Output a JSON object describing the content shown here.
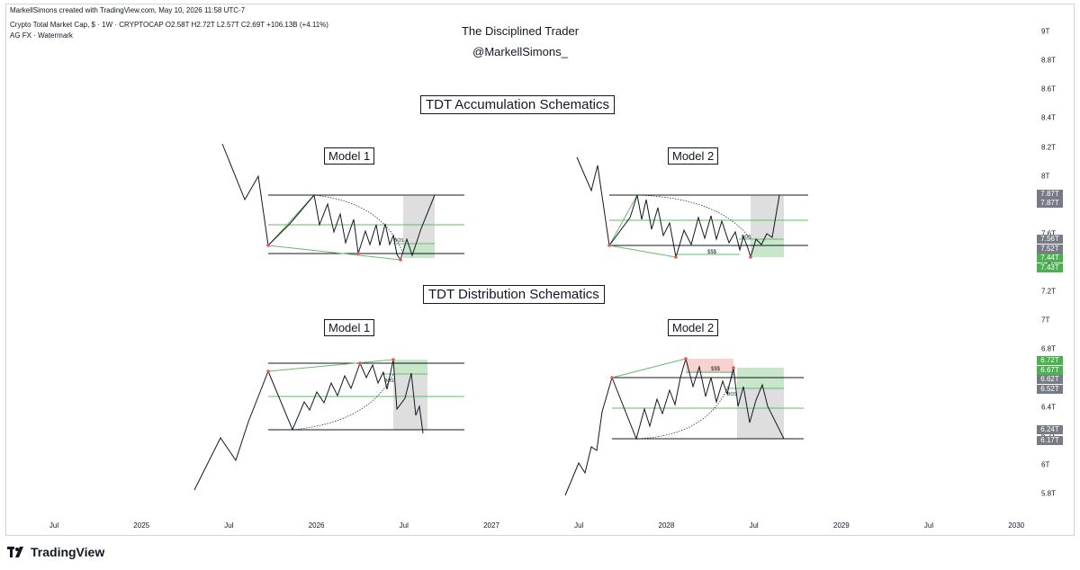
{
  "header": {
    "author_line": "MarkellSimons created with TradingView.com, May 10, 2026 11:58 UTC-7",
    "symbol_line": "Crypto Total Market Cap, $ · 1W · CRYPTOCAP  O2.58T  H2.72T  L2.57T  C2.69T  +106.13B (+4.11%)",
    "indicator_line": "AG FX · Watermark"
  },
  "watermark": {
    "title": "The Disciplined Trader",
    "handle": "@MarkellSimons_"
  },
  "sections": {
    "accumulation_title": "TDT Accumulation Schematics",
    "distribution_title": "TDT Distribution Schematics",
    "acc_model1": "Model 1",
    "acc_model2": "Model 2",
    "dist_model1": "Model 1",
    "dist_model2": "Model 2"
  },
  "annotations": {
    "bos": "BOS",
    "sss": "$$$"
  },
  "colors": {
    "line": "#131722",
    "green_line": "#66bb6a",
    "green_zone": "#a5d6a7",
    "gray_zone": "#c8c8c8",
    "red_zone": "#ef9a9a",
    "pivot": "#ef5350",
    "badge_gray": "#787b86",
    "badge_green": "#4caf50"
  },
  "chart_data": {
    "type": "line",
    "x_axis_labels": [
      "Jul",
      "2025",
      "Jul",
      "2026",
      "Jul",
      "2027",
      "Jul",
      "2028",
      "Jul",
      "2029",
      "Jul",
      "2030"
    ],
    "y_axis_labels": [
      "9T",
      "8.8T",
      "8.6T",
      "8.4T",
      "8.2T",
      "8T",
      "7.8T",
      "7.6T",
      "7.4T",
      "7.2T",
      "7T",
      "6.8T",
      "6.6T",
      "6.4T",
      "6.2T",
      "6T",
      "5.8T"
    ],
    "price_badges": [
      {
        "label": "7.87T",
        "value": 7.875,
        "color": "gray"
      },
      {
        "label": "7.87T",
        "value": 7.865,
        "color": "gray"
      },
      {
        "label": "7.56T",
        "value": 7.56,
        "color": "gray"
      },
      {
        "label": "7.52T",
        "value": 7.52,
        "color": "gray"
      },
      {
        "label": "7.44T",
        "value": 7.44,
        "color": "green"
      },
      {
        "label": "7.43T",
        "value": 7.43,
        "color": "green"
      },
      {
        "label": "6.72T",
        "value": 6.72,
        "color": "green"
      },
      {
        "label": "6.67T",
        "value": 6.67,
        "color": "green"
      },
      {
        "label": "6.62T",
        "value": 6.62,
        "color": "gray"
      },
      {
        "label": "6.52T",
        "value": 6.52,
        "color": "gray"
      },
      {
        "label": "6.24T",
        "value": 6.24,
        "color": "gray"
      },
      {
        "label": "6.17T",
        "value": 6.17,
        "color": "gray"
      }
    ]
  },
  "footer": {
    "brand": "TradingView"
  }
}
